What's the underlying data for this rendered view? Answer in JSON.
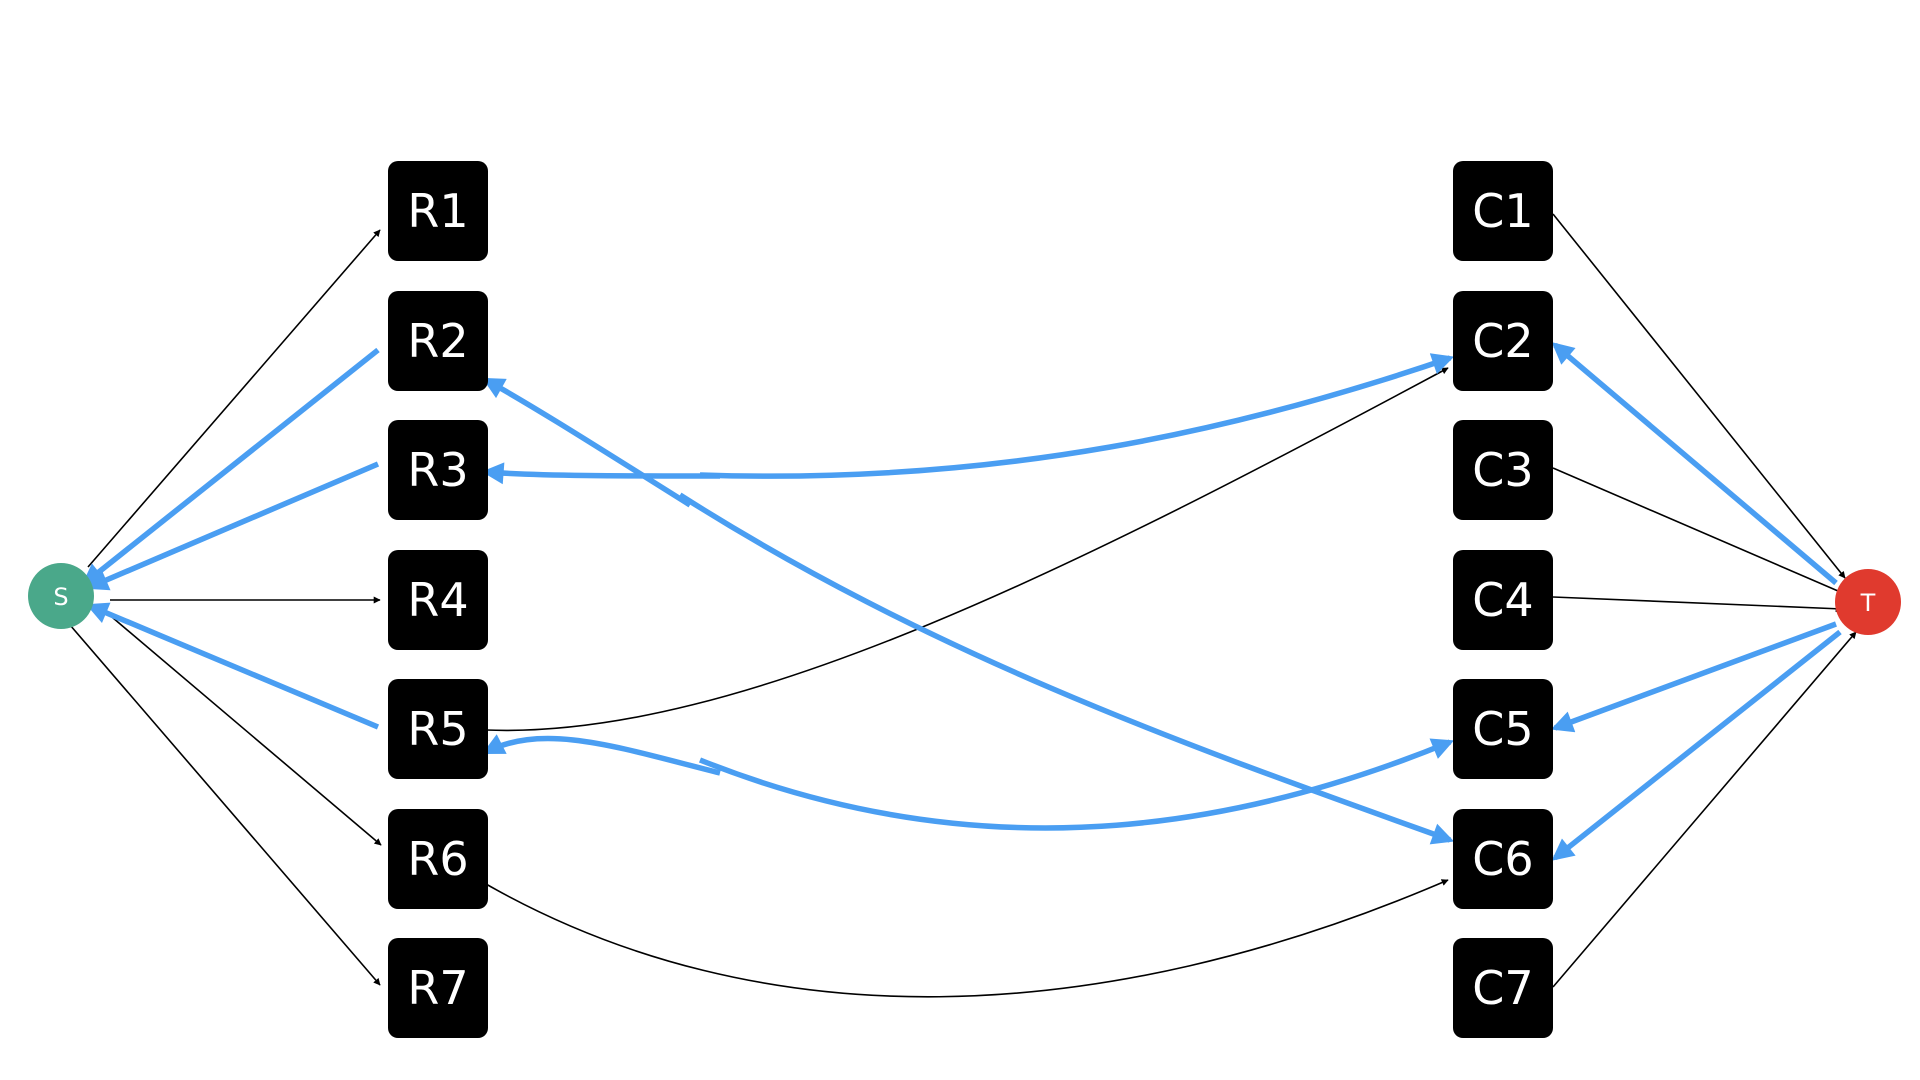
{
  "colors": {
    "source": "#4aa88a",
    "sink": "#e03a2e",
    "node": "#000000",
    "edge": "#000000",
    "highlight": "#4a9ef2"
  },
  "source": {
    "label": "S"
  },
  "sink": {
    "label": "T"
  },
  "rows": [
    {
      "id": "R1",
      "label": "R1"
    },
    {
      "id": "R2",
      "label": "R2"
    },
    {
      "id": "R3",
      "label": "R3"
    },
    {
      "id": "R4",
      "label": "R4"
    },
    {
      "id": "R5",
      "label": "R5"
    },
    {
      "id": "R6",
      "label": "R6"
    },
    {
      "id": "R7",
      "label": "R7"
    }
  ],
  "cols": [
    {
      "id": "C1",
      "label": "C1"
    },
    {
      "id": "C2",
      "label": "C2"
    },
    {
      "id": "C3",
      "label": "C3"
    },
    {
      "id": "C4",
      "label": "C4"
    },
    {
      "id": "C5",
      "label": "C5"
    },
    {
      "id": "C6",
      "label": "C6"
    },
    {
      "id": "C7",
      "label": "C7"
    }
  ],
  "edges": [
    {
      "from": "S",
      "to": "R1",
      "style": "normal"
    },
    {
      "from": "S",
      "to": "R4",
      "style": "normal"
    },
    {
      "from": "S",
      "to": "R6",
      "style": "normal"
    },
    {
      "from": "S",
      "to": "R7",
      "style": "normal"
    },
    {
      "from": "R2",
      "to": "S",
      "style": "highlight"
    },
    {
      "from": "R3",
      "to": "S",
      "style": "highlight"
    },
    {
      "from": "R5",
      "to": "S",
      "style": "highlight"
    },
    {
      "from": "R5",
      "to": "C2",
      "style": "normal"
    },
    {
      "from": "R6",
      "to": "C6",
      "style": "normal"
    },
    {
      "from": "R3",
      "to": "C2",
      "style": "highlight"
    },
    {
      "from": "C2",
      "to": "R3",
      "style": "highlight"
    },
    {
      "from": "R2",
      "to": "C6",
      "style": "highlight"
    },
    {
      "from": "C6",
      "to": "R2",
      "style": "highlight"
    },
    {
      "from": "R5",
      "to": "C5",
      "style": "highlight"
    },
    {
      "from": "C5",
      "to": "R5",
      "style": "highlight"
    },
    {
      "from": "C1",
      "to": "T",
      "style": "normal"
    },
    {
      "from": "C3",
      "to": "T",
      "style": "normal"
    },
    {
      "from": "C4",
      "to": "T",
      "style": "normal"
    },
    {
      "from": "C7",
      "to": "T",
      "style": "normal"
    },
    {
      "from": "T",
      "to": "C2",
      "style": "highlight"
    },
    {
      "from": "T",
      "to": "C5",
      "style": "highlight"
    },
    {
      "from": "T",
      "to": "C6",
      "style": "highlight"
    }
  ]
}
